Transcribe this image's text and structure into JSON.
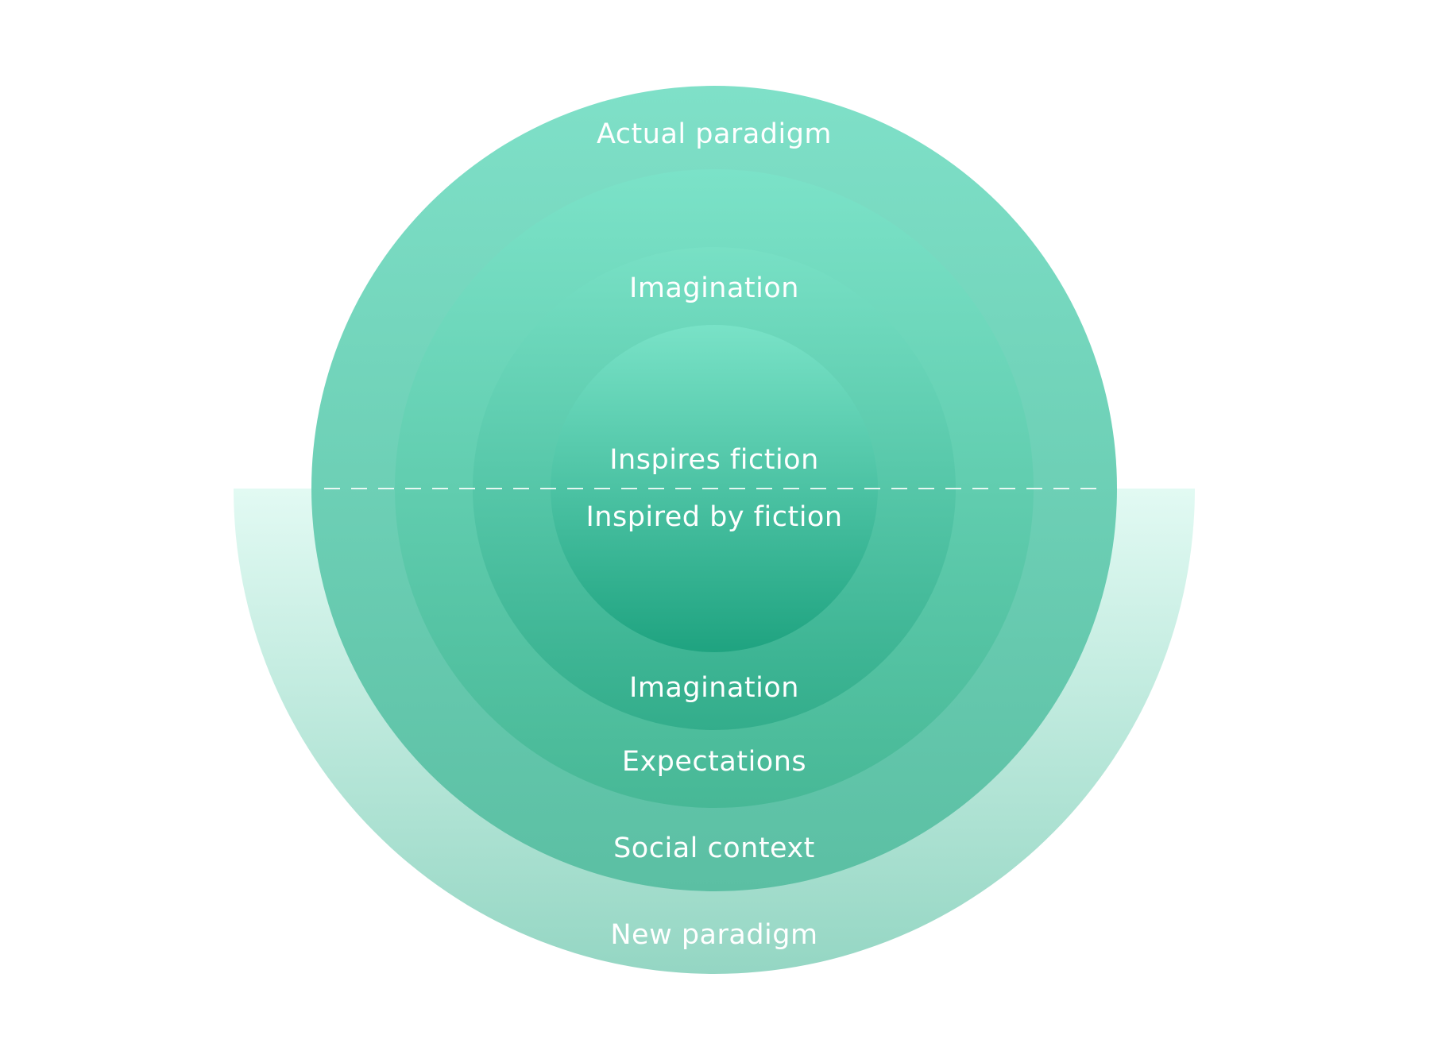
{
  "diagram": {
    "labels": {
      "actual_paradigm": "Actual paradigm",
      "imagination_top": "Imagination",
      "inspires_fiction": "Inspires fiction",
      "inspired_by_fiction": "Inspired by fiction",
      "imagination_bottom": "Imagination",
      "expectations": "Expectations",
      "social_context": "Social context",
      "new_paradigm": "New paradigm"
    },
    "colors": {
      "background": "#ffffff",
      "accent_light": "#a8e6d2",
      "accent_mid": "#6fd4b8",
      "accent_dark": "#22a583",
      "text": "#ffffff",
      "divider": "#ffffff"
    },
    "divider_style": "dashed"
  }
}
